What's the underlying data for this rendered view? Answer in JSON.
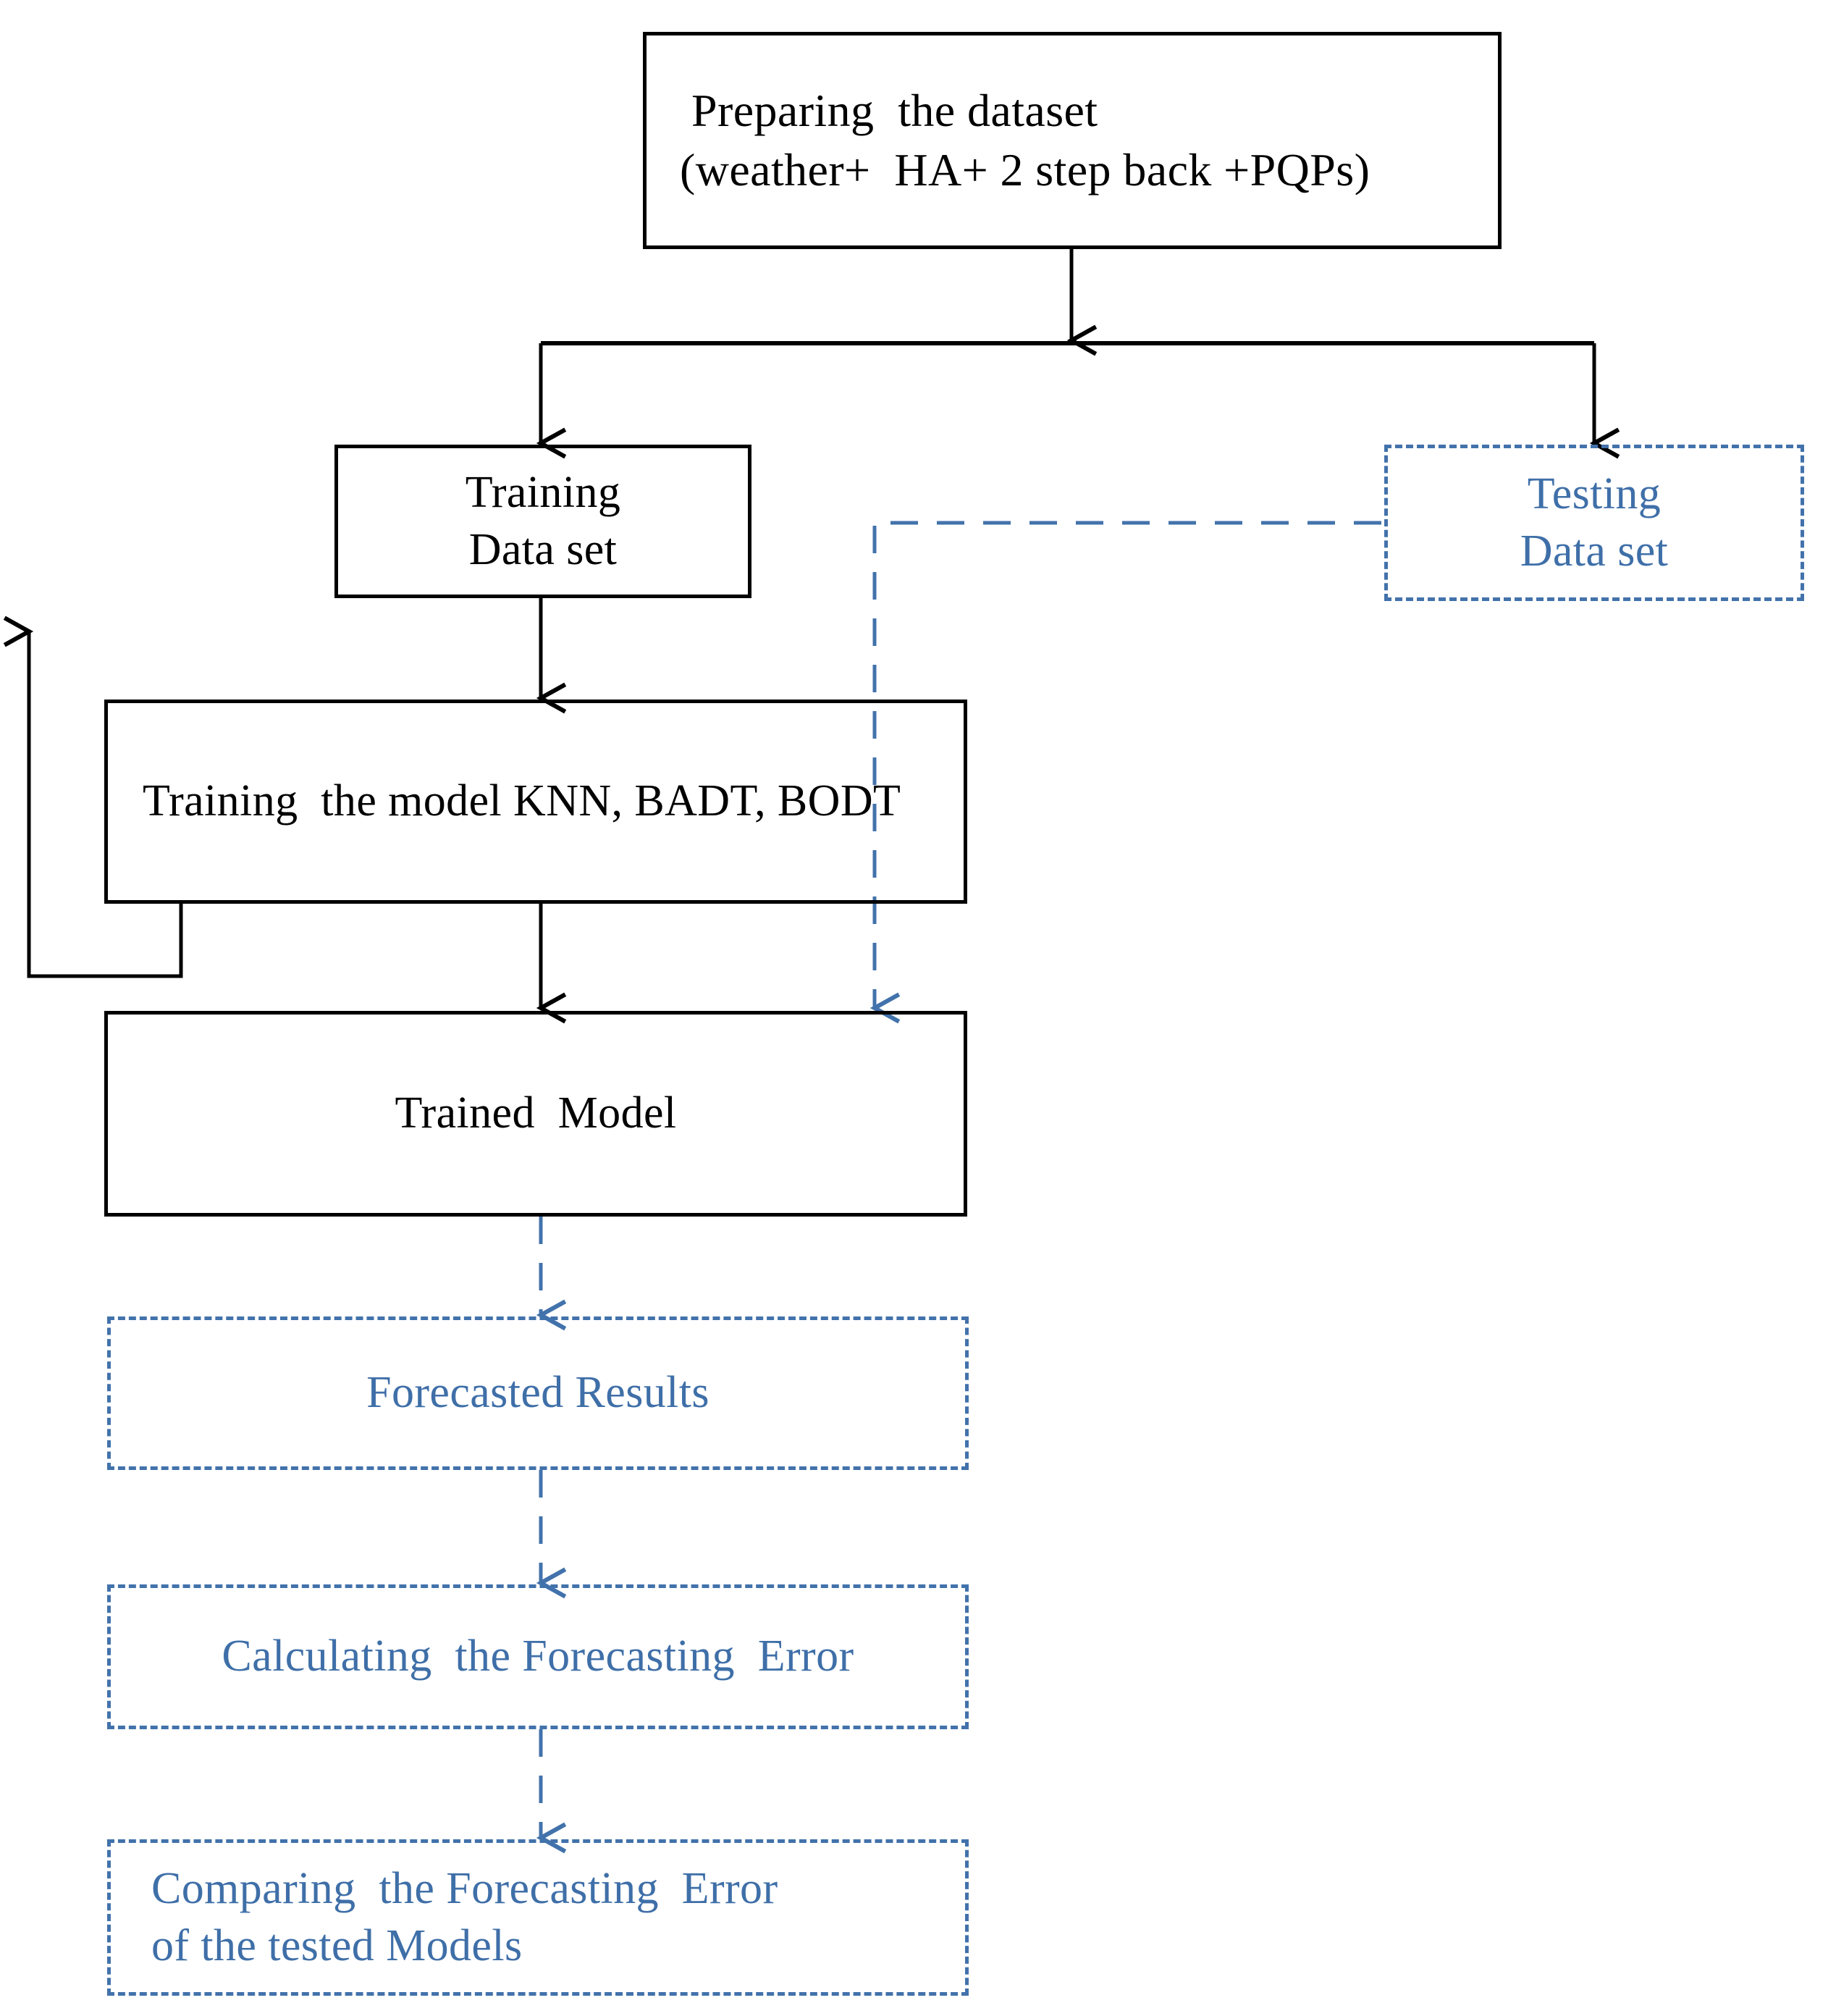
{
  "diagram": {
    "title": "Model training and testing workflow flowchart",
    "colors": {
      "solid_stroke": "#000000",
      "dashed_stroke": "#4272ab",
      "dashed_text": "#3f6fa8",
      "background": "#ffffff"
    },
    "nodes": {
      "prepare_dataset": {
        "line1": "Preparing  the dataset",
        "line2": "(weather+  HA+ 2 step back +PQPs)",
        "style": "solid"
      },
      "training_data": {
        "line1": "Training",
        "line2": "Data set",
        "style": "solid"
      },
      "testing_data": {
        "line1": "Testing",
        "line2": "Data set",
        "style": "dashed"
      },
      "training_model": {
        "line1": "Training  the model KNN, BADT, BODT",
        "style": "solid"
      },
      "trained_model": {
        "line1": "Trained  Model",
        "style": "solid"
      },
      "forecasted_results": {
        "line1": "Forecasted Results",
        "style": "dashed"
      },
      "calculating_error": {
        "line1": "Calculating  the Forecasting  Error",
        "style": "dashed"
      },
      "comparing_error": {
        "line1": "Comparing  the Forecasting  Error",
        "line2": "of the tested Models",
        "style": "dashed"
      }
    },
    "edges": [
      {
        "name": "prepare-to-split",
        "style": "solid",
        "label": ""
      },
      {
        "name": "split-to-training-data",
        "style": "solid",
        "label": ""
      },
      {
        "name": "split-to-testing-data",
        "style": "solid",
        "label": ""
      },
      {
        "name": "training-data-to-model",
        "style": "solid",
        "label": ""
      },
      {
        "name": "model-retrain-loop",
        "style": "solid",
        "label": ""
      },
      {
        "name": "model-to-trained",
        "style": "solid",
        "label": ""
      },
      {
        "name": "testing-to-trained",
        "style": "dashed",
        "label": ""
      },
      {
        "name": "trained-to-forecasted",
        "style": "dashed",
        "label": ""
      },
      {
        "name": "forecasted-to-calc",
        "style": "dashed",
        "label": ""
      },
      {
        "name": "calc-to-comparing",
        "style": "dashed",
        "label": ""
      }
    ]
  }
}
